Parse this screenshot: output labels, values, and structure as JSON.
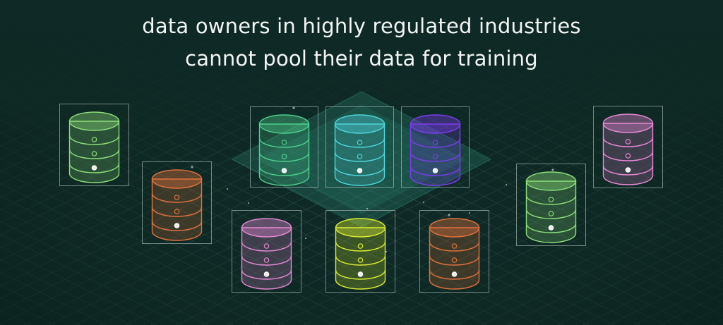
{
  "headline": {
    "line1": "data owners in highly regulated industries",
    "line2": "cannot pool their data for training"
  },
  "colors": {
    "background": "#0f2a26",
    "grid": "#5d8d80",
    "pool": "#2f8a78",
    "box_border": "#c8d6d2",
    "text": "#f2f5f3"
  },
  "databases": [
    {
      "name": "db-left-top-green",
      "color": "#8edf7a",
      "pooled": false
    },
    {
      "name": "db-left-bottom-orange",
      "color": "#e3713c",
      "pooled": false
    },
    {
      "name": "db-center-top-green",
      "color": "#4fd08f",
      "pooled": true
    },
    {
      "name": "db-center-top-cyan",
      "color": "#4fd6dc",
      "pooled": true
    },
    {
      "name": "db-center-top-purple",
      "color": "#7d3cf0",
      "pooled": true
    },
    {
      "name": "db-center-bottom-pink",
      "color": "#e889d6",
      "pooled": false
    },
    {
      "name": "db-center-bottom-yellow",
      "color": "#dbee2f",
      "pooled": false
    },
    {
      "name": "db-center-bottom-orange",
      "color": "#e3713c",
      "pooled": false
    },
    {
      "name": "db-right-bottom-green",
      "color": "#8edf7a",
      "pooled": false
    },
    {
      "name": "db-right-top-pink",
      "color": "#e889d6",
      "pooled": false
    }
  ]
}
